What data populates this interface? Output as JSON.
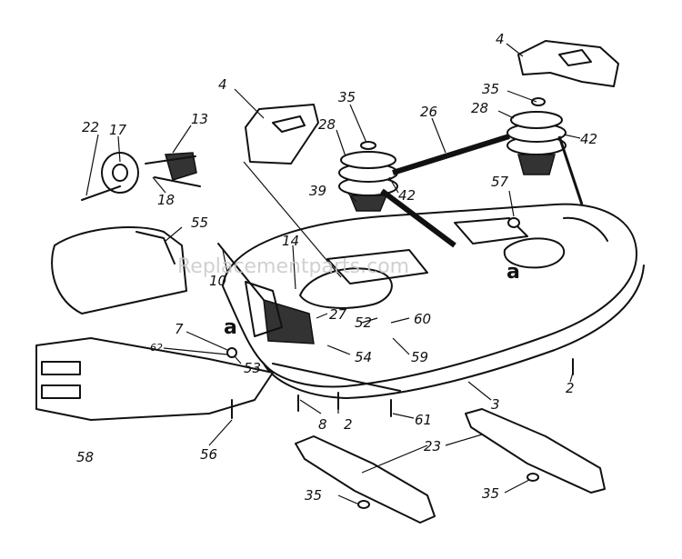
{
  "watermark": "Replacementparts.com",
  "callouts": [
    {
      "id": "c4a",
      "text": "4"
    },
    {
      "id": "c4b",
      "text": "4"
    },
    {
      "id": "c35a",
      "text": "35"
    },
    {
      "id": "c35b",
      "text": "35"
    },
    {
      "id": "c26",
      "text": "26"
    },
    {
      "id": "c28a",
      "text": "28"
    },
    {
      "id": "c28b",
      "text": "28"
    },
    {
      "id": "c42a",
      "text": "42"
    },
    {
      "id": "c42b",
      "text": "42"
    },
    {
      "id": "c22",
      "text": "22"
    },
    {
      "id": "c17",
      "text": "17"
    },
    {
      "id": "c13",
      "text": "13"
    },
    {
      "id": "c18",
      "text": "18"
    },
    {
      "id": "c39",
      "text": "39"
    },
    {
      "id": "c57",
      "text": "57"
    },
    {
      "id": "c55",
      "text": "55"
    },
    {
      "id": "c14",
      "text": "14"
    },
    {
      "id": "c10",
      "text": "10"
    },
    {
      "id": "c27",
      "text": "27"
    },
    {
      "id": "c52",
      "text": "52"
    },
    {
      "id": "c60",
      "text": "60"
    },
    {
      "id": "c7",
      "text": "7"
    },
    {
      "id": "c62",
      "text": "62"
    },
    {
      "id": "c53",
      "text": "53"
    },
    {
      "id": "c54",
      "text": "54"
    },
    {
      "id": "c59",
      "text": "59"
    },
    {
      "id": "c3",
      "text": "3"
    },
    {
      "id": "c2a",
      "text": "2"
    },
    {
      "id": "c2b",
      "text": "2"
    },
    {
      "id": "c8",
      "text": "8"
    },
    {
      "id": "c61",
      "text": "61"
    },
    {
      "id": "c58",
      "text": "58"
    },
    {
      "id": "c56",
      "text": "56"
    },
    {
      "id": "c23",
      "text": "23"
    },
    {
      "id": "c35c",
      "text": "35"
    },
    {
      "id": "c35d",
      "text": "35"
    },
    {
      "id": "ca1",
      "text": "a"
    },
    {
      "id": "ca2",
      "text": "a"
    }
  ]
}
